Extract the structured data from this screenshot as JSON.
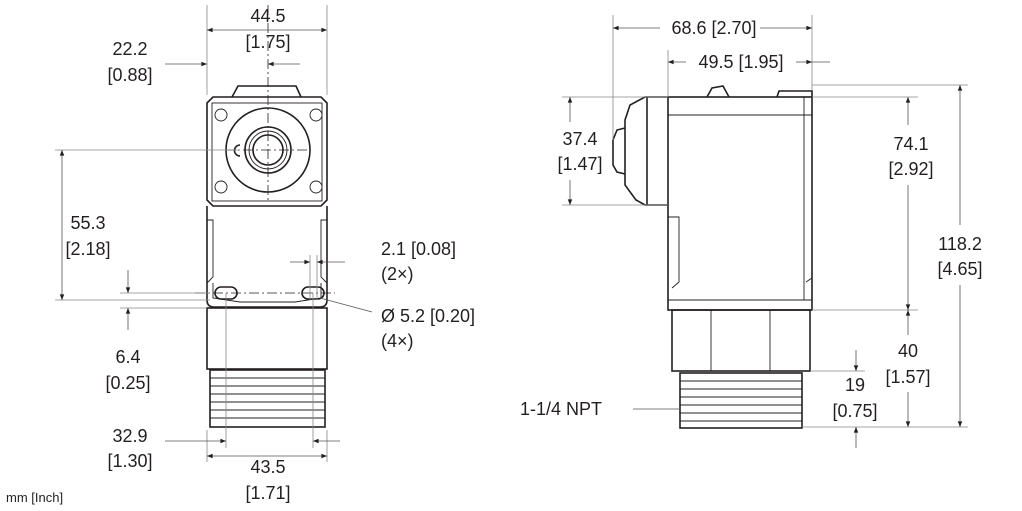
{
  "units_note": "mm [Inch]",
  "front_view": {
    "width_total": {
      "mm": "44.5",
      "inch": "[1.75]"
    },
    "connector_offset": {
      "mm": "22.2",
      "inch": "[0.88]"
    },
    "connector_height": {
      "mm": "55.3",
      "inch": "[2.18]"
    },
    "slot_width": {
      "mm": "2.1 [0.08]",
      "qty": "(2×)"
    },
    "hole_diameter": {
      "mm": "Ø 5.2 [0.20]",
      "qty": "(4×)"
    },
    "hole_height": {
      "mm": "6.4",
      "inch": "[0.25]"
    },
    "hole_spacing": {
      "mm": "32.9",
      "inch": "[1.30]"
    },
    "base_width": {
      "mm": "43.5",
      "inch": "[1.71]"
    }
  },
  "side_view": {
    "depth_total": {
      "text": "68.6 [2.70]"
    },
    "body_depth": {
      "text": "49.5 [1.95]"
    },
    "lens_height": {
      "mm": "37.4",
      "inch": "[1.47]"
    },
    "body_height": {
      "mm": "74.1",
      "inch": "[2.92]"
    },
    "height_total": {
      "mm": "118.2",
      "inch": "[4.65]"
    },
    "fitting_height": {
      "mm": "40",
      "inch": "[1.57]"
    },
    "thread_length": {
      "mm": "19",
      "inch": "[0.75]"
    },
    "thread_spec": "1-1/4 NPT"
  }
}
